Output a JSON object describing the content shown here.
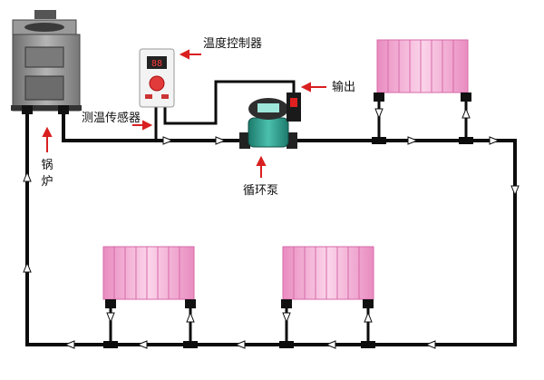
{
  "labels": {
    "controller": "温度控制器",
    "output": "输出",
    "sensor": "测温传感器",
    "boiler": "锅炉",
    "pump": "循环泵"
  },
  "controller_display": "88",
  "colors": {
    "pipe": "#0c0c0c",
    "radiator": "#f2a6cf",
    "radiator_edge": "#d76aa8",
    "arrow_red": "#d92020",
    "boiler_body": "#8d8d8d",
    "pump_body": "#2a9a8a"
  }
}
